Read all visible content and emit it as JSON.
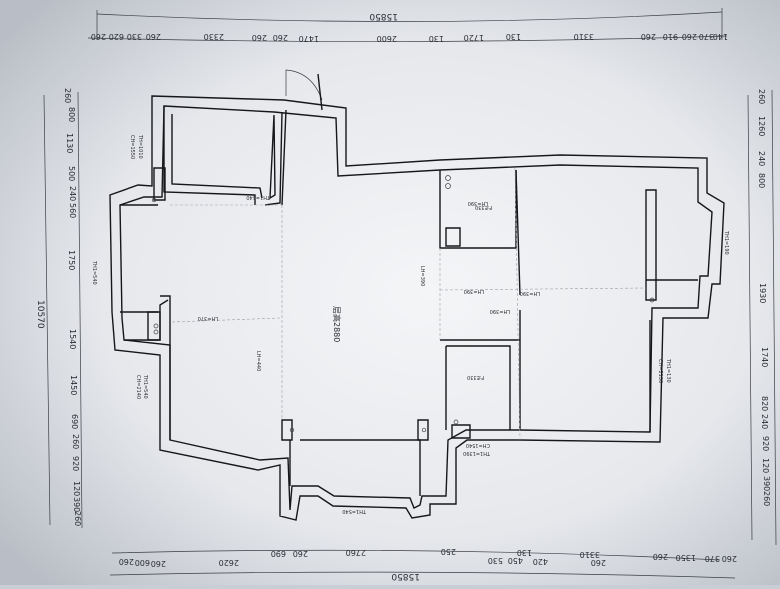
{
  "plan": {
    "center_label": "层高2880",
    "room_labels": [
      "LH=390",
      "LH=390",
      "LH=390",
      "LH=370",
      "LH=440",
      "LH=390",
      "LH=390",
      "F:E330",
      "F:E330",
      "TH=1010",
      "CH=1550",
      "TH1=540",
      "TH1=540",
      "TH1=540",
      "CH=2140",
      "TH1=130",
      "CH=2130",
      "TH1=1390",
      "CH=1540",
      "TH1=190",
      "TH1=540"
    ],
    "top_dims": {
      "overall": "15850",
      "row1": [
        "260",
        "620",
        "330",
        "260",
        "2330",
        "260",
        "260",
        "1470",
        "2600",
        "130",
        "1720",
        "130",
        "3310",
        "260",
        "910",
        "260",
        "370",
        "140"
      ]
    },
    "bottom_dims": {
      "overall": "15850",
      "row1": [
        "690",
        "260",
        "2760",
        "250",
        "130",
        "3310",
        "260",
        "1350",
        "370",
        "260"
      ],
      "row2": [
        "260",
        "600",
        "260",
        "2620",
        "530",
        "450",
        "420",
        "260"
      ]
    },
    "left_dims": {
      "overall": "10570",
      "segments": [
        "260",
        "800",
        "1130",
        "500",
        "240",
        "560",
        "1750",
        "1540",
        "1450",
        "690",
        "260",
        "920",
        "120",
        "390",
        "260"
      ]
    },
    "right_dims": {
      "segments": [
        "260",
        "1260",
        "240",
        "800",
        "1930",
        "1740",
        "820",
        "240",
        "920",
        "120",
        "390",
        "260"
      ]
    }
  }
}
